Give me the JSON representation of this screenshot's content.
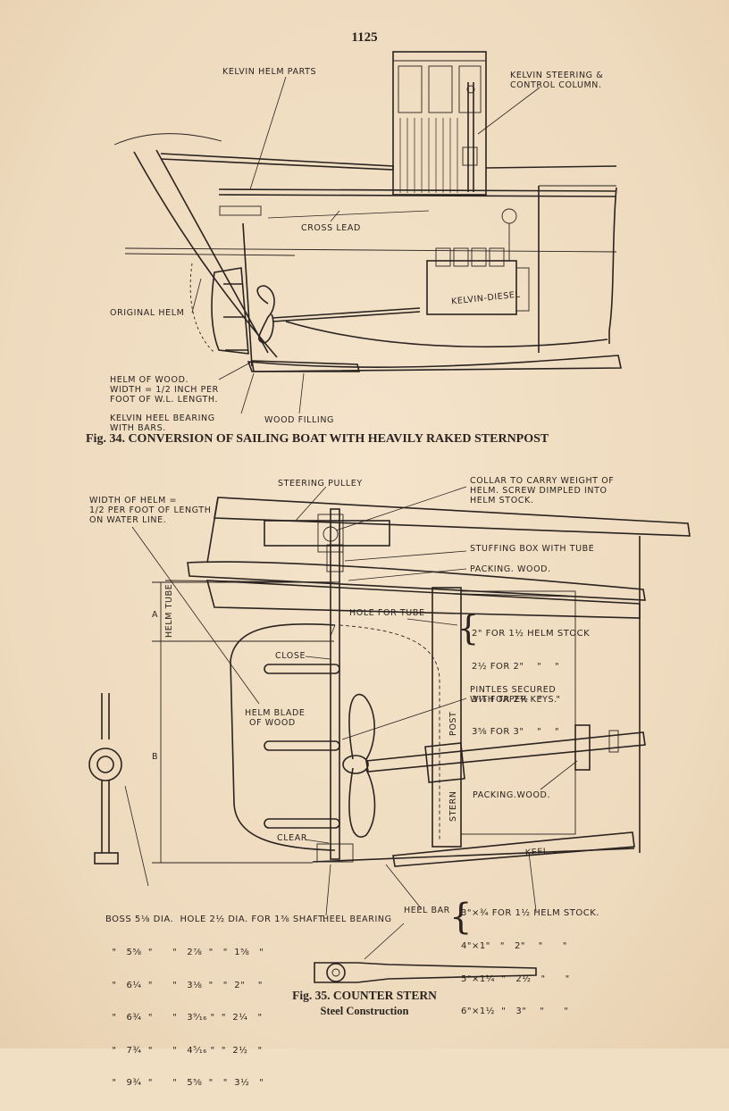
{
  "page_number": "1125",
  "figure34": {
    "caption": "Fig. 34.  CONVERSION OF SAILING BOAT WITH HEAVILY RAKED STERNPOST",
    "labels": {
      "kelvin_helm_parts": "KELVIN HELM PARTS",
      "steering_col_1": "KELVIN STEERING &",
      "steering_col_2": "CONTROL COLUMN.",
      "cross_lead": "CROSS LEAD",
      "original_helm": "ORIGINAL HELM",
      "engine_name": "KELVIN-DIESEL",
      "helm_wood_1": "HELM OF WOOD.",
      "helm_wood_2": "WIDTH = 1/2 INCH PER",
      "helm_wood_3": "FOOT OF W.L. LENGTH.",
      "heel_bearing_1": "KELVIN HEEL BEARING",
      "heel_bearing_2": "WITH BARS.",
      "wood_filling": "WOOD FILLING"
    }
  },
  "figure35": {
    "caption": "Fig. 35.  COUNTER STERN",
    "subcaption": "Steel Construction",
    "labels": {
      "steering_pulley": "STEERING PULLEY",
      "collar_1": "COLLAR TO CARRY WEIGHT OF",
      "collar_2": "HELM. SCREW DIMPLED INTO",
      "collar_3": "HELM STOCK.",
      "width_1": "WIDTH OF HELM =",
      "width_2": "1/2 PER FOOT OF LENGTH",
      "width_3": "ON WATER LINE.",
      "stuffing_box": "STUFFING BOX WITH TUBE",
      "packing_wood_top": "PACKING. WOOD.",
      "helm_tube": "HELM TUBE",
      "dim_a": "A",
      "dim_b": "B",
      "hole_for_tube": "HOLE FOR TUBE",
      "close": "CLOSE",
      "pintles_1": "PINTLES SECURED",
      "pintles_2": "WITH TAPER KEYS.",
      "helm_blade_1": "HELM BLADE",
      "helm_blade_2": "OF WOOD",
      "post": "POST",
      "stern": "STERN",
      "packing_wood_shaft": "PACKING.WOOD.",
      "clear": "CLEAR",
      "keel": "KEEL",
      "heel_bearing": "HEEL BEARING",
      "heel_bar": "HEEL BAR"
    },
    "tube_table": [
      "2\" FOR 1½ HELM STOCK",
      "2½ FOR 2\"    \"    \"",
      "3⅛ FOR 2½   \"    \"",
      "3⅝ FOR 3\"    \"    \""
    ],
    "boss_table": [
      "BOSS 5⅛ DIA.  HOLE 2½ DIA. FOR 1⅜ SHAFT.",
      "  \"   5⅝  \"      \"   2⅞  \"   \"  1⅝   \"",
      "  \"   6¼  \"      \"   3⅛  \"   \"  2\"    \"",
      "  \"   6¾  \"      \"   3⁹⁄₁₆ \"  \"  2¼   \"",
      "  \"   7¾  \"      \"   4⁵⁄₁₆ \"  \"  2½   \"",
      "  \"   9¾  \"      \"   5⅝  \"   \"  3½   \""
    ],
    "heel_bar_table": [
      "3\"×¾ FOR 1½ HELM STOCK.",
      "4\"×1\"   \"   2\"    \"      \"",
      "5\"×1¼  \"   2½   \"      \"",
      "6\"×1½  \"   3\"    \"      \""
    ]
  }
}
